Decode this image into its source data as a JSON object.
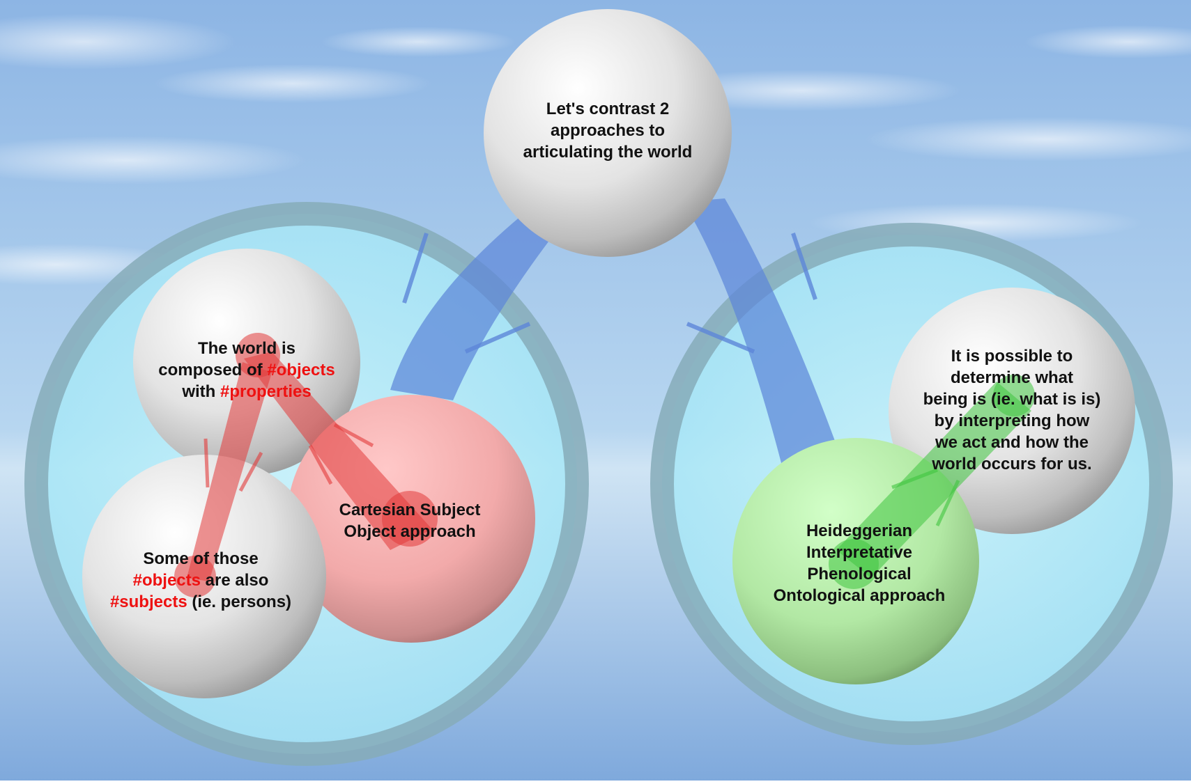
{
  "colors": {
    "sky_top": "#8fb7e6",
    "sky_bottom": "#a6d0ee",
    "ring": "#7fa7b6",
    "ring_fill": "#bdf0f8",
    "connector_blue": "#5d86d8",
    "connector_red": "#e23a3a",
    "connector_green": "#3fc43f",
    "hashtag": "#ee1111",
    "sphere_gray": "#d8d8d8",
    "sphere_pink": "#f4a0a0",
    "sphere_green": "#b8f0a8"
  },
  "nodes": {
    "top": {
      "lines": [
        "Let's contrast 2",
        "approaches to",
        "articulating the world"
      ]
    },
    "world_composed": {
      "lines": [
        [
          {
            "text": "The world is",
            "tag": false
          }
        ],
        [
          {
            "text": "composed of ",
            "tag": false
          },
          {
            "text": "#objects",
            "tag": true
          }
        ],
        [
          {
            "text": "with ",
            "tag": false
          },
          {
            "text": "#properties",
            "tag": true
          }
        ]
      ]
    },
    "objects_subjects": {
      "lines": [
        [
          {
            "text": "Some of those",
            "tag": false
          }
        ],
        [
          {
            "text": "#objects",
            "tag": true
          },
          {
            "text": " are also",
            "tag": false
          }
        ],
        [
          {
            "text": "#subjects",
            "tag": true
          },
          {
            "text": " (ie. persons)",
            "tag": false
          }
        ]
      ]
    },
    "cartesian": {
      "lines": [
        "Cartesian Subject",
        "Object approach"
      ]
    },
    "possible": {
      "lines": [
        "It is possible to",
        "determine what",
        "being is (ie. what is is)",
        "by interpreting how",
        "we act and how the",
        "world occurs for us."
      ]
    },
    "heideggerian": {
      "lines": [
        "Heideggerian",
        "Interpretative",
        "Phenological",
        "Ontological approach"
      ]
    }
  }
}
